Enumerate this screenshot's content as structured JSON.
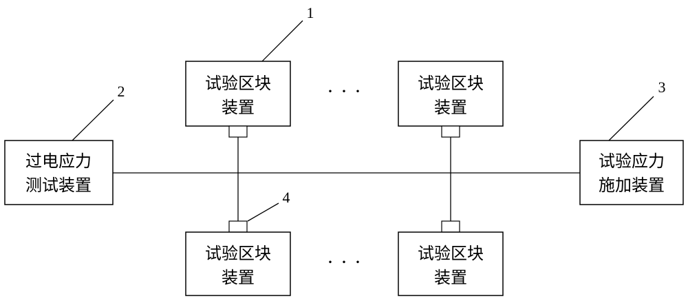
{
  "nodes": {
    "test_block_top_left": {
      "line1": "试验区块",
      "line2": "装置"
    },
    "test_block_top_right": {
      "line1": "试验区块",
      "line2": "装置"
    },
    "test_block_bottom_left": {
      "line1": "试验区块",
      "line2": "装置"
    },
    "test_block_bottom_right": {
      "line1": "试验区块",
      "line2": "装置"
    },
    "overstress_tester": {
      "line1": "过电应力",
      "line2": "测试装置"
    },
    "stress_applier": {
      "line1": "试验应力",
      "line2": "施加装置"
    }
  },
  "callouts": {
    "n1": "1",
    "n2": "2",
    "n3": "3",
    "n4": "4"
  },
  "ellipsis_top": "···",
  "ellipsis_bottom": "···"
}
